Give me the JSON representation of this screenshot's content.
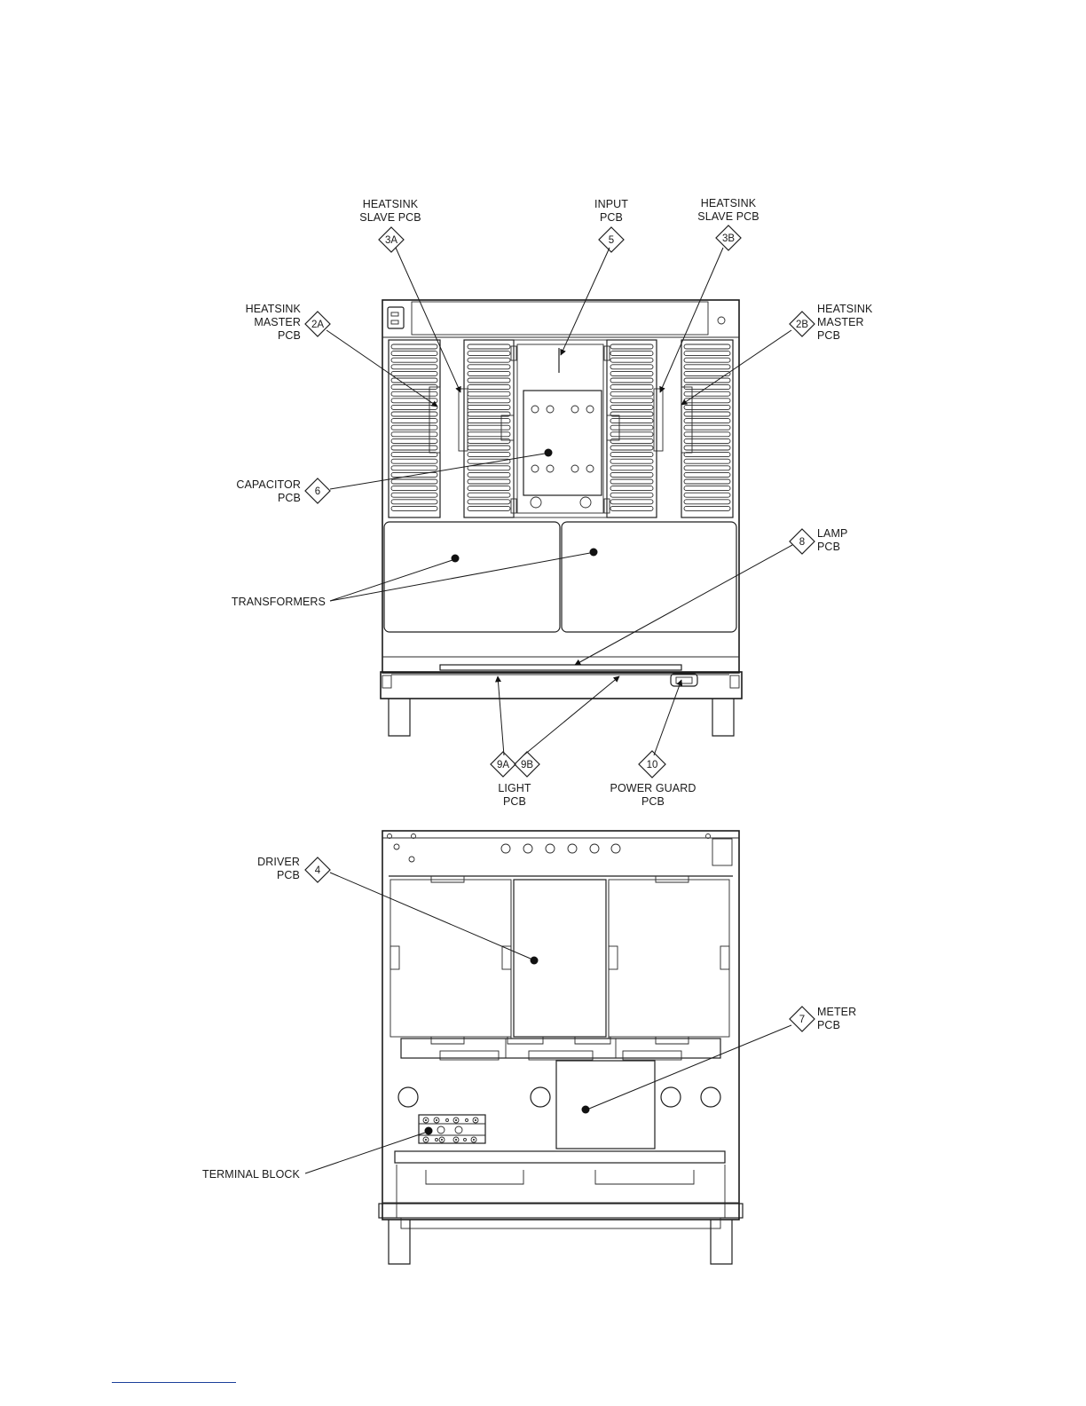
{
  "labels": {
    "heatsink_slave_3a": [
      "HEATSINK",
      "SLAVE PCB"
    ],
    "input_pcb": [
      "INPUT",
      "PCB"
    ],
    "heatsink_slave_3b": [
      "HEATSINK",
      "SLAVE PCB"
    ],
    "heatsink_master_2a": [
      "HEATSINK",
      "MASTER",
      "PCB"
    ],
    "heatsink_master_2b": [
      "HEATSINK",
      "MASTER",
      "PCB"
    ],
    "capacitor_pcb": [
      "CAPACITOR",
      "PCB"
    ],
    "lamp_pcb": [
      "LAMP",
      "PCB"
    ],
    "transformers": [
      "TRANSFORMERS"
    ],
    "light_pcb": [
      "LIGHT",
      "PCB"
    ],
    "power_guard_pcb": [
      "POWER GUARD",
      "PCB"
    ],
    "driver_pcb": [
      "DRIVER",
      "PCB"
    ],
    "meter_pcb": [
      "METER",
      "PCB"
    ],
    "terminal_block": [
      "TERMINAL BLOCK"
    ]
  },
  "badges": {
    "b3a": "3A",
    "b5": "5",
    "b3b": "3B",
    "b2a": "2A",
    "b2b": "2B",
    "b6": "6",
    "b8": "8",
    "b9a": "9A",
    "b9b": "9B",
    "b10": "10",
    "b4": "4",
    "b7": "7"
  },
  "colors": {
    "line": "#1a1a1a",
    "footer_rule": "#1b3f9a"
  }
}
